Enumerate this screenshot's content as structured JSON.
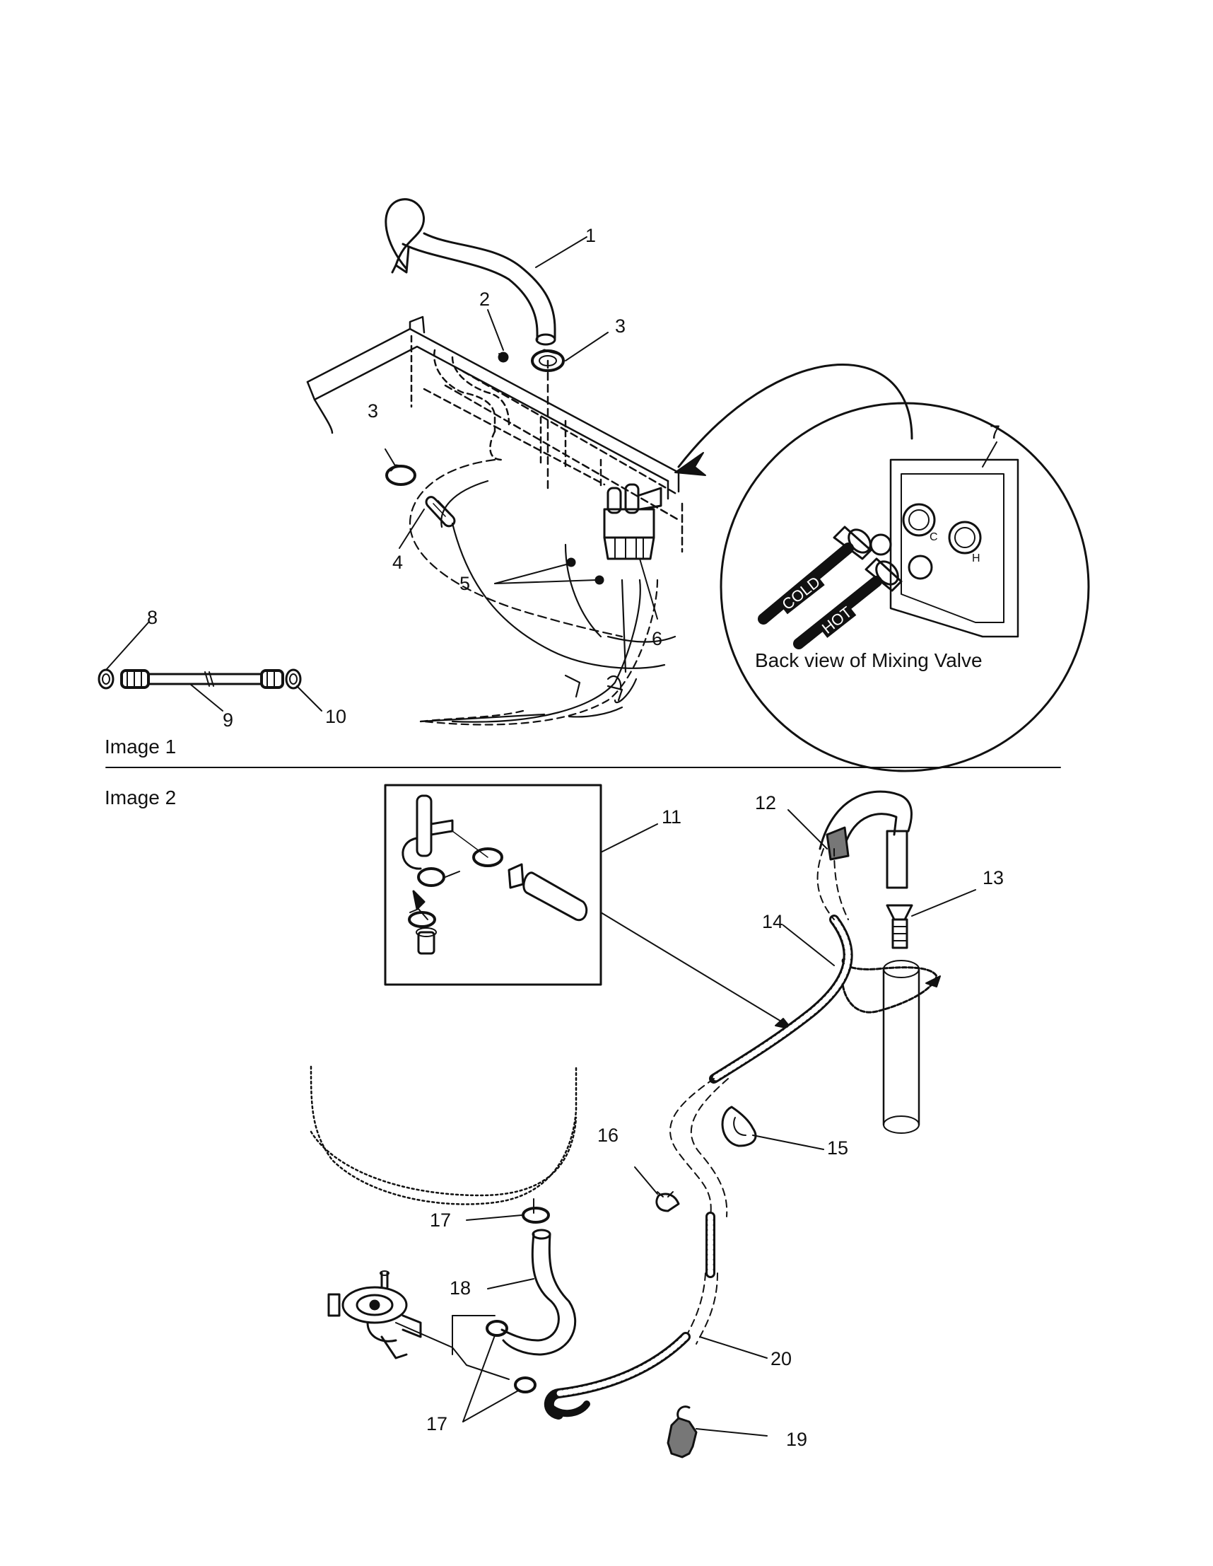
{
  "image1": {
    "heading": "Image 1",
    "inset_caption": "Back view of Mixing Valve",
    "hose_cold_text": "COLD",
    "hose_hot_text": "HOT",
    "valve_c": "C",
    "valve_h": "H",
    "callouts": [
      "1",
      "2",
      "3",
      "3",
      "4",
      "5",
      "6",
      "7",
      "8",
      "9",
      "10"
    ]
  },
  "image2": {
    "heading": "Image 2",
    "callouts": [
      "11",
      "12",
      "13",
      "14",
      "15",
      "16",
      "17",
      "17",
      "18",
      "19",
      "20"
    ]
  }
}
